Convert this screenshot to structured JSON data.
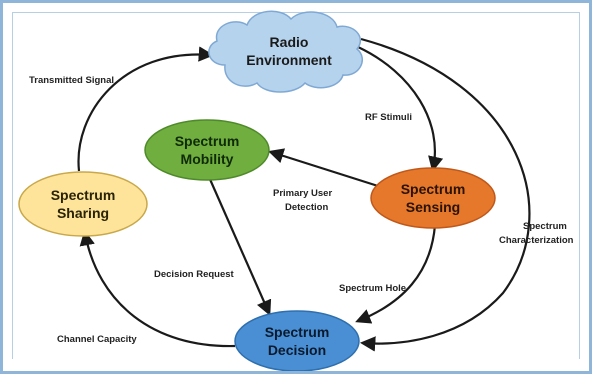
{
  "nodes": {
    "radio_environment": {
      "line1": "Radio",
      "line2": "Environment"
    },
    "spectrum_mobility": {
      "line1": "Spectrum",
      "line2": "Mobility"
    },
    "spectrum_sensing": {
      "line1": "Spectrum",
      "line2": "Sensing"
    },
    "spectrum_sharing": {
      "line1": "Spectrum",
      "line2": "Sharing"
    },
    "spectrum_decision": {
      "line1": "Spectrum",
      "line2": "Decision"
    }
  },
  "edges": {
    "transmitted_signal": "Transmitted Signal",
    "rf_stimuli": "RF Stimuli",
    "primary_user_line1": "Primary User",
    "primary_user_line2": "Detection",
    "characterization_line1": "Spectrum",
    "characterization_line2": "Characterization",
    "decision_request": "Decision Request",
    "spectrum_hole": "Spectrum Hole",
    "channel_capacity": "Channel Capacity"
  },
  "colors": {
    "cloud": "#b6d3ee",
    "mobility": "#6fae3f",
    "sensing": "#e5782b",
    "sharing": "#fde49a",
    "decision": "#4a8fd3",
    "arrow": "#1a1a1a"
  }
}
